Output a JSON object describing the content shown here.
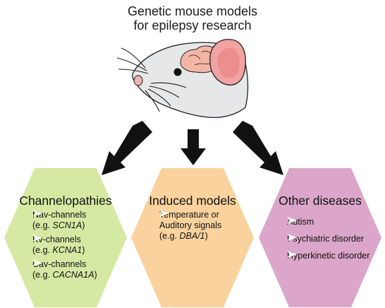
{
  "title": {
    "line1": "Genetic mouse models",
    "line2": "for epilepsy research"
  },
  "colors": {
    "channelopathies": "#d6e9a3",
    "induced": "#f9d29d",
    "other": "#dba6c9",
    "arrow": "#111111",
    "mouse_body": "#e6e7e8",
    "brain": "#f4b6a4",
    "ear": "#f1a3a3"
  },
  "mouse_icon": "mouse-with-brain-icon",
  "categories": [
    {
      "title": "Channelopathies",
      "items": [
        {
          "line1": "Nav-channels",
          "line2_prefix": "(e.g. ",
          "gene": "SCN1A",
          "line2_suffix": ")"
        },
        {
          "line1": "Kv-channels",
          "line2_prefix": "(e.g. ",
          "gene": "KCNA1",
          "line2_suffix": ")"
        },
        {
          "line1": "Cav-channels",
          "line2_prefix": "(e.g. ",
          "gene": "CACNA1A",
          "line2_suffix": ")"
        }
      ]
    },
    {
      "title": "Induced models",
      "items": [
        {
          "line1": "Temperature or",
          "line2": "Auditory signals",
          "line3_prefix": "(e.g. ",
          "gene": "DBA/1",
          "line3_suffix": ")"
        }
      ]
    },
    {
      "title": "Other diseases",
      "items": [
        {
          "line1": "Autism"
        },
        {
          "line1": "Psychiatric disorder"
        },
        {
          "line1": "Hyperkinetic disorder"
        }
      ]
    }
  ]
}
